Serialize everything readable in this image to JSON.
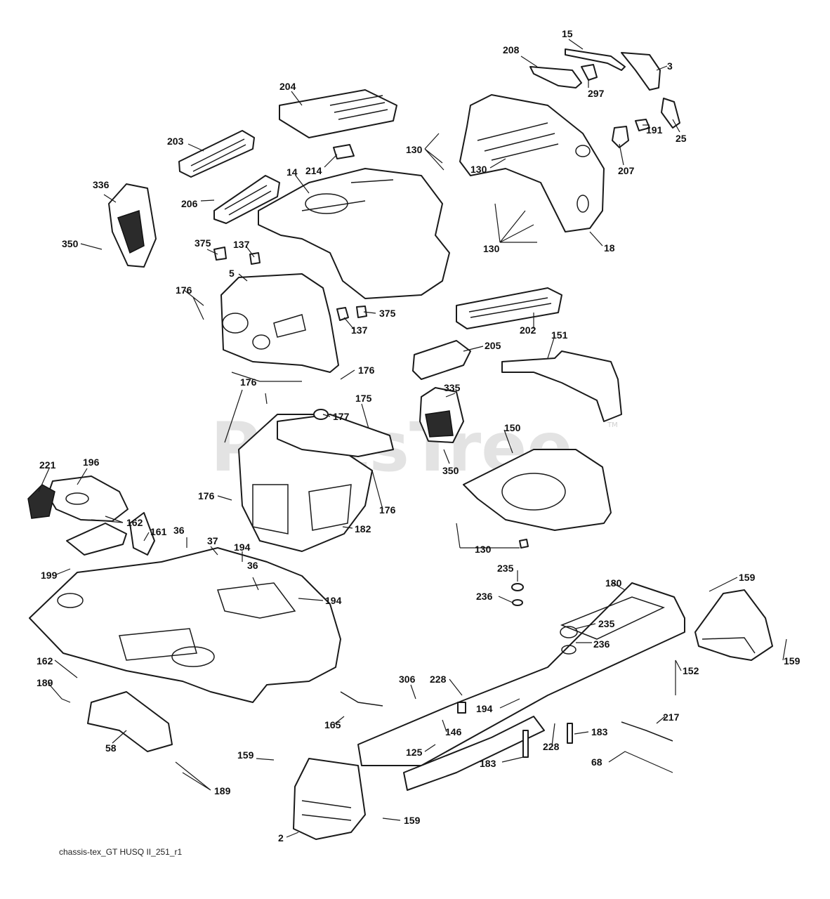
{
  "watermark": "PartsTree",
  "watermark_tm": "TM",
  "caption": "chassis-tex_GT HUSQ II_251_r1",
  "callouts": {
    "c15": "15",
    "c208": "208",
    "c3": "3",
    "c297": "297",
    "c25": "25",
    "c191": "191",
    "c207": "207",
    "c204": "204",
    "c203": "203",
    "c214": "214",
    "c14": "14",
    "c130a": "130",
    "c130b": "130",
    "c130c": "130",
    "c18": "18",
    "c336": "336",
    "c206": "206",
    "c350a": "350",
    "c375a": "375",
    "c137a": "137",
    "c5": "5",
    "c176a": "176",
    "c137b": "137",
    "c375b": "375",
    "c202": "202",
    "c176b": "176",
    "c205": "205",
    "c151": "151",
    "c176c": "176",
    "c175": "175",
    "c177": "177",
    "c335": "335",
    "c150": "150",
    "c350b": "350",
    "c221": "221",
    "c196": "196",
    "c176d": "176",
    "c176e": "176",
    "c182": "182",
    "c162a": "162",
    "c130d": "130",
    "c36a": "36",
    "c161": "161",
    "c37": "37",
    "c194a": "194",
    "c36b": "36",
    "c199": "199",
    "c194b": "194",
    "c235a": "235",
    "c180": "180",
    "c159a": "159",
    "c236a": "236",
    "c235b": "235",
    "c236b": "236",
    "c159b": "159",
    "c162b": "162",
    "c152": "152",
    "c189a": "189",
    "c306": "306",
    "c228a": "228",
    "c194c": "194",
    "c217": "217",
    "c165": "165",
    "c58": "58",
    "c146": "146",
    "c183a": "183",
    "c228b": "228",
    "c125": "125",
    "c183b": "183",
    "c68": "68",
    "c159c": "159",
    "c189b": "189",
    "c159d": "159",
    "c2": "2"
  }
}
